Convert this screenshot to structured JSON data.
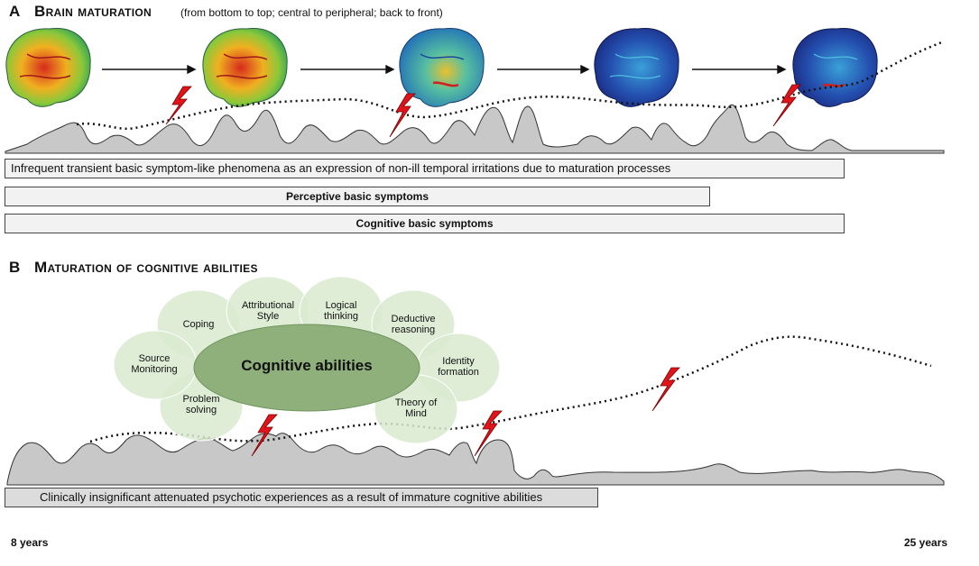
{
  "panel_a": {
    "letter": "A",
    "title": "Brain maturation",
    "subtitle": "(from bottom to top; central to peripheral; back to front)",
    "brain_images": [
      "brain-stage-1",
      "brain-stage-2",
      "brain-stage-3",
      "brain-stage-4",
      "brain-stage-5"
    ],
    "bars": {
      "transient": "Infrequent transient basic symptom-like phenomena as an expression of non-ill temporal irritations due to maturation processes",
      "perceptive": "Perceptive basic symptoms",
      "cognitive": "Cognitive basic symptoms"
    }
  },
  "panel_b": {
    "letter": "B",
    "title": "Maturation of cognitive abilities",
    "core": "Cognitive abilities",
    "petals": {
      "coping": "Coping",
      "attributional": "Attributional Style",
      "logical": "Logical thinking",
      "deductive": "Deductive reasoning",
      "identity": "Identity formation",
      "theory": "Theory of Mind",
      "problem": "Problem solving",
      "source": "Source Monitoring"
    },
    "bar": "Clinically insignificant attenuated psychotic experiences as a result of immature cognitive abilities"
  },
  "timeline": {
    "start": "8 years",
    "end": "25 years"
  },
  "colors": {
    "curve_fill": "#c8c8c8",
    "bolt": "#e0151b",
    "petal": "#d9ead0",
    "core": "#8fb07a"
  }
}
